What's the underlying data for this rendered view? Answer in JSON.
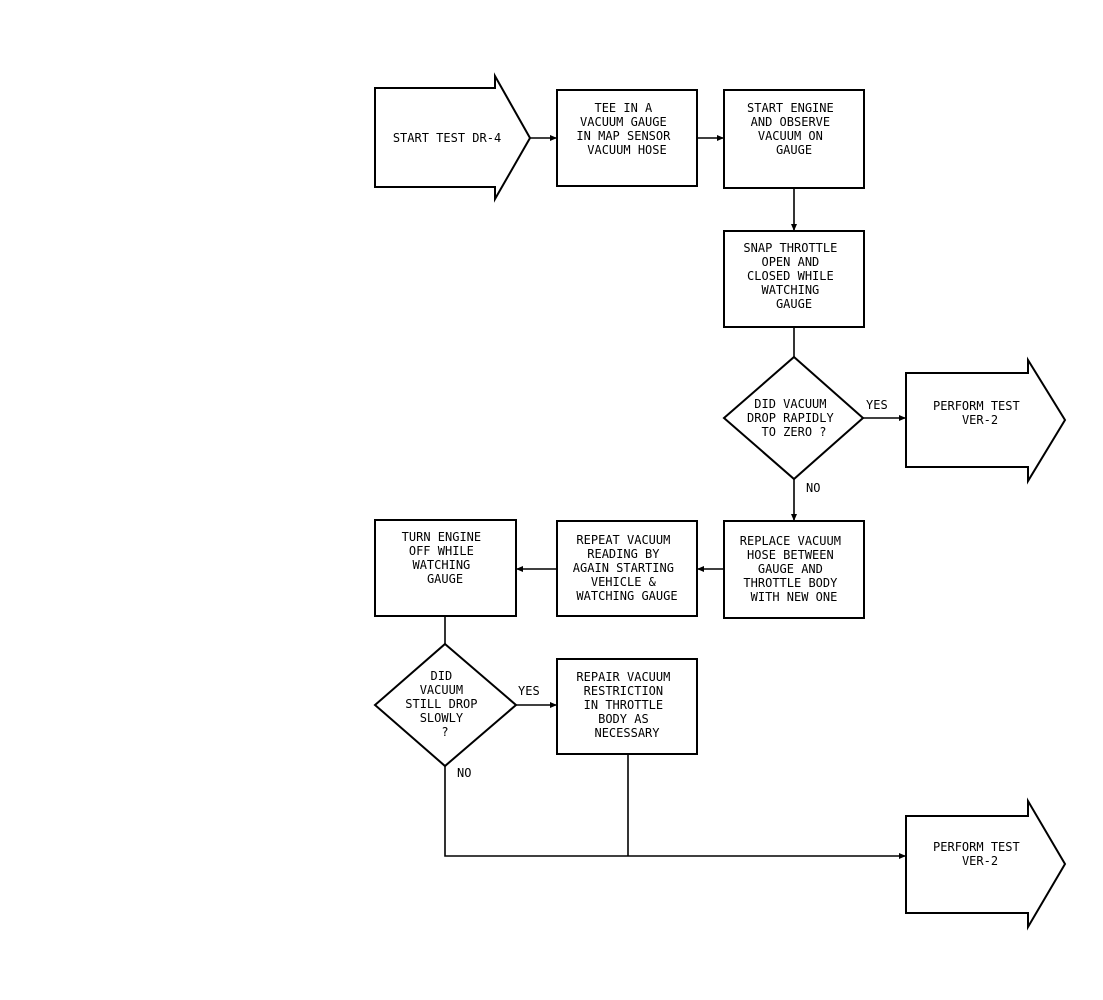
{
  "nodes": {
    "start": [
      "START TEST DR-4"
    ],
    "tee": [
      "TEE IN A",
      "VACUUM GAUGE",
      "IN MAP SENSOR",
      "VACUUM HOSE"
    ],
    "start_engine": [
      "START ENGINE",
      "AND OBSERVE",
      "VACUUM ON",
      "GAUGE"
    ],
    "snap": [
      "SNAP THROTTLE",
      "OPEN AND",
      "CLOSED WHILE",
      "WATCHING",
      "GAUGE"
    ],
    "decision1": [
      "DID VACUUM",
      "DROP RAPIDLY",
      "TO ZERO ?"
    ],
    "perform1": [
      "PERFORM TEST",
      "VER-2"
    ],
    "replace": [
      "REPLACE VACUUM",
      "HOSE BETWEEN",
      "GAUGE AND",
      "THROTTLE BODY",
      "WITH NEW ONE"
    ],
    "repeat": [
      "REPEAT VACUUM",
      "READING BY",
      "AGAIN STARTING",
      "VEHICLE &",
      "WATCHING GAUGE"
    ],
    "turn_off": [
      "TURN ENGINE",
      "OFF WHILE",
      "WATCHING",
      "GAUGE"
    ],
    "decision2": [
      "DID",
      "VACUUM",
      "STILL DROP",
      "SLOWLY",
      "?"
    ],
    "repair": [
      "REPAIR VACUUM",
      "RESTRICTION",
      "IN THROTTLE",
      "BODY AS",
      "NECESSARY"
    ],
    "perform2": [
      "PERFORM TEST",
      "VER-2"
    ]
  },
  "edge_labels": {
    "d1_yes": "YES",
    "d1_no": "NO",
    "d2_yes": "YES",
    "d2_no": "NO"
  }
}
